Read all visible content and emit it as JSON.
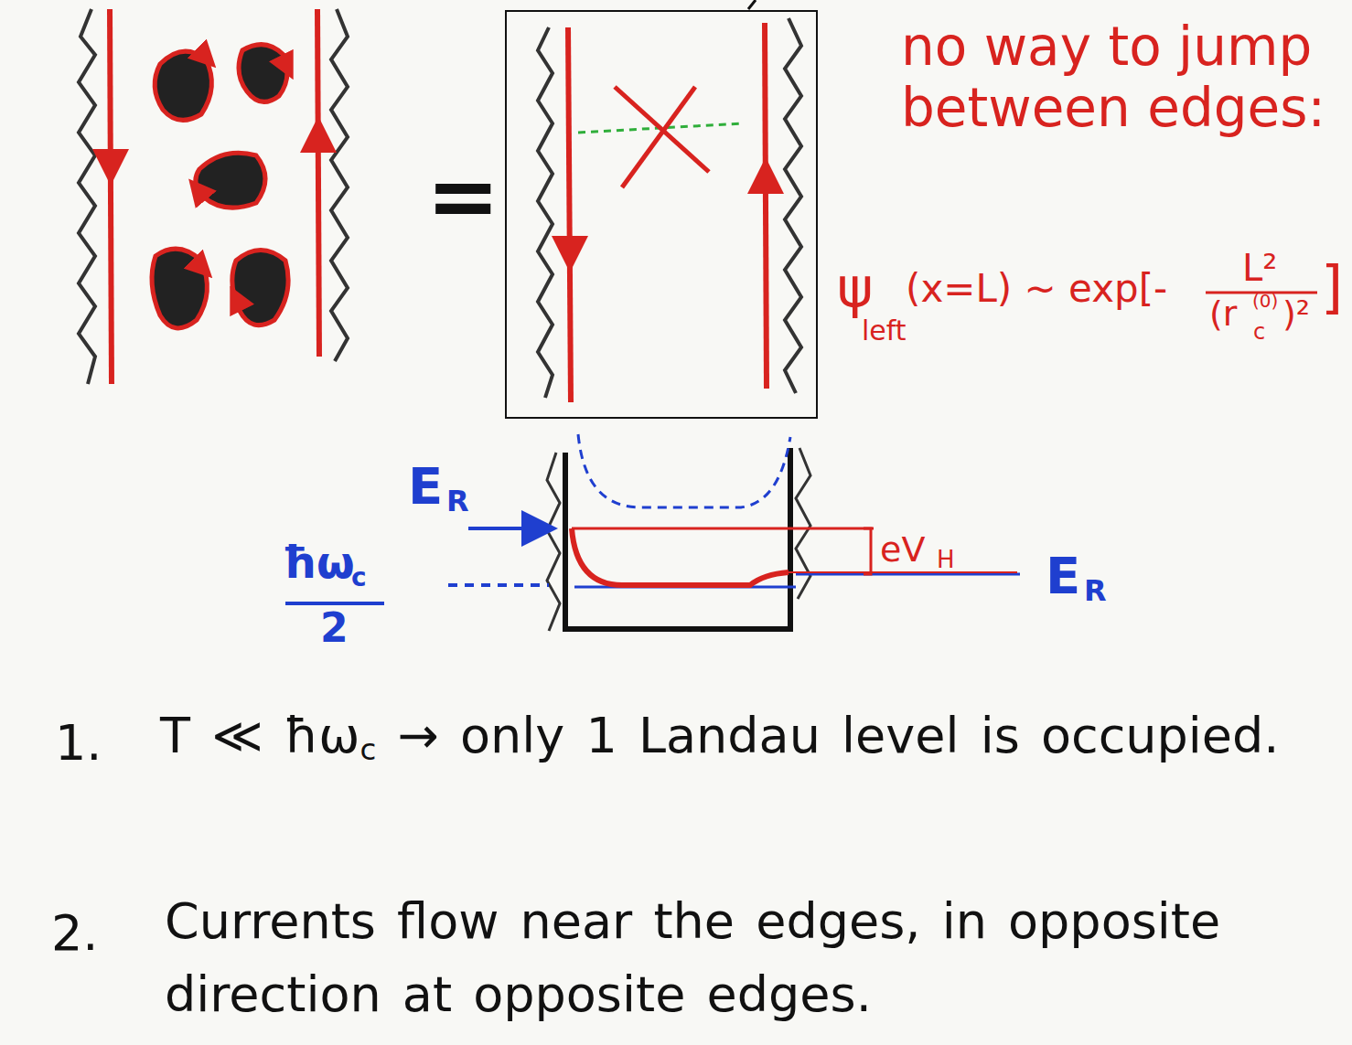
{
  "diagram": {
    "labels": [
      "=",
      "no way to jump between edges:",
      "ψ",
      "left",
      "(x=L) ~ exp[-",
      "L²",
      "(r",
      "c",
      "(0)",
      ")²",
      "]",
      "E",
      "R",
      "ħω",
      "c",
      "2",
      "eV",
      "H",
      "E",
      "R",
      "1.",
      "T ≪ ħω",
      "c",
      "→ only 1 Landau level is occupied.",
      "2.",
      "Currents flow near the edges, in opposite direction at opposite edges."
    ]
  }
}
